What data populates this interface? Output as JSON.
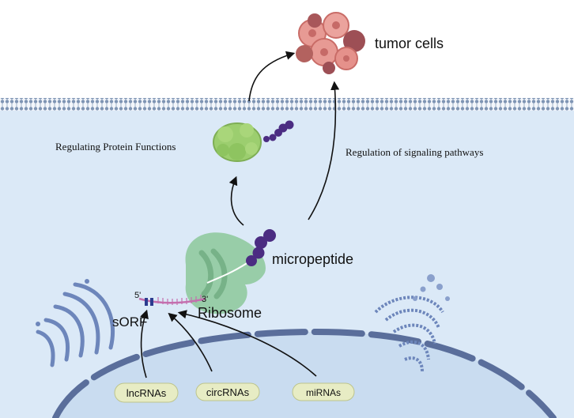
{
  "labels": {
    "tumor_cells": "tumor cells",
    "regulating_protein_functions": "Regulating Protein Functions",
    "regulation_signaling": "Regulation of signaling pathways",
    "micropeptide": "micropeptide",
    "ribosome": "Ribosome",
    "sorf": "sORF",
    "five_prime": "5'",
    "three_prime": "3'"
  },
  "rna_sources": [
    "lncRNAs",
    "circRNAs",
    "miRNAs"
  ],
  "colors": {
    "cytoplasm": "#dbe9f7",
    "membrane": "#7f95b4",
    "nucleus": "#c9dcf0",
    "nucleus_envelope": "#5a6e9b",
    "ribosome": "#8cc89a",
    "micropeptide": "#4b2c82",
    "protein": "#9cce6f",
    "tumor": "#e79a94",
    "organelle": "#6d86bb",
    "rna_label_bg": "#e7ecc4"
  }
}
